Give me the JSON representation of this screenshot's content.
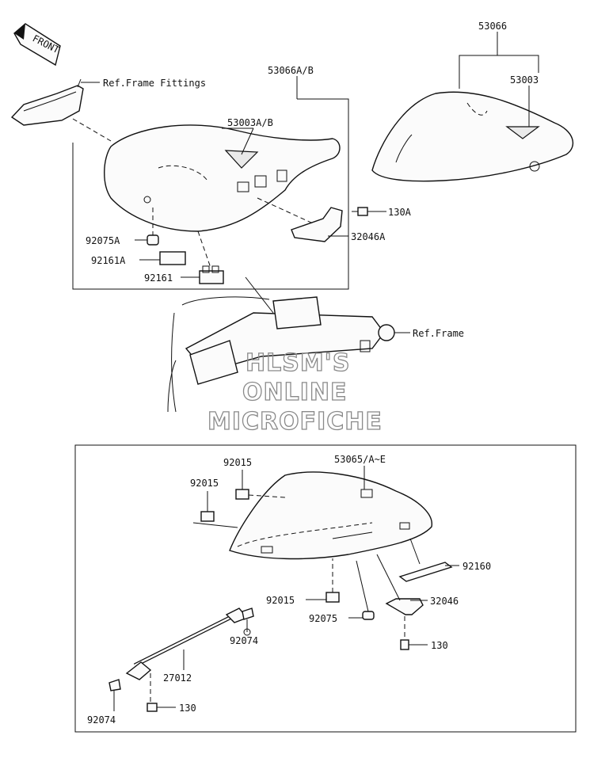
{
  "diagram": {
    "front_arrow_text": "FRONT",
    "watermark": [
      "HLSM'S",
      "ONLINE",
      "MICROFICHE"
    ],
    "labels": {
      "l_53066": "53066",
      "l_53003": "53003",
      "l_53066ab": "53066A/B",
      "l_53003ab": "53003A/B",
      "l_ref_frame_fittings": "Ref.Frame Fittings",
      "l_130a": "130A",
      "l_32046a": "32046A",
      "l_92075a": "92075A",
      "l_92161a": "92161A",
      "l_92161": "92161",
      "l_ref_frame": "Ref.Frame",
      "l_92015_top": "92015",
      "l_92015_left": "92015",
      "l_53065": "53065/A~E",
      "l_92160": "92160",
      "l_92015_bottom": "92015",
      "l_32046": "32046",
      "l_92075": "92075",
      "l_130_right": "130",
      "l_92074_right": "92074",
      "l_27012": "27012",
      "l_130_bottom": "130",
      "l_92074_left": "92074"
    }
  }
}
